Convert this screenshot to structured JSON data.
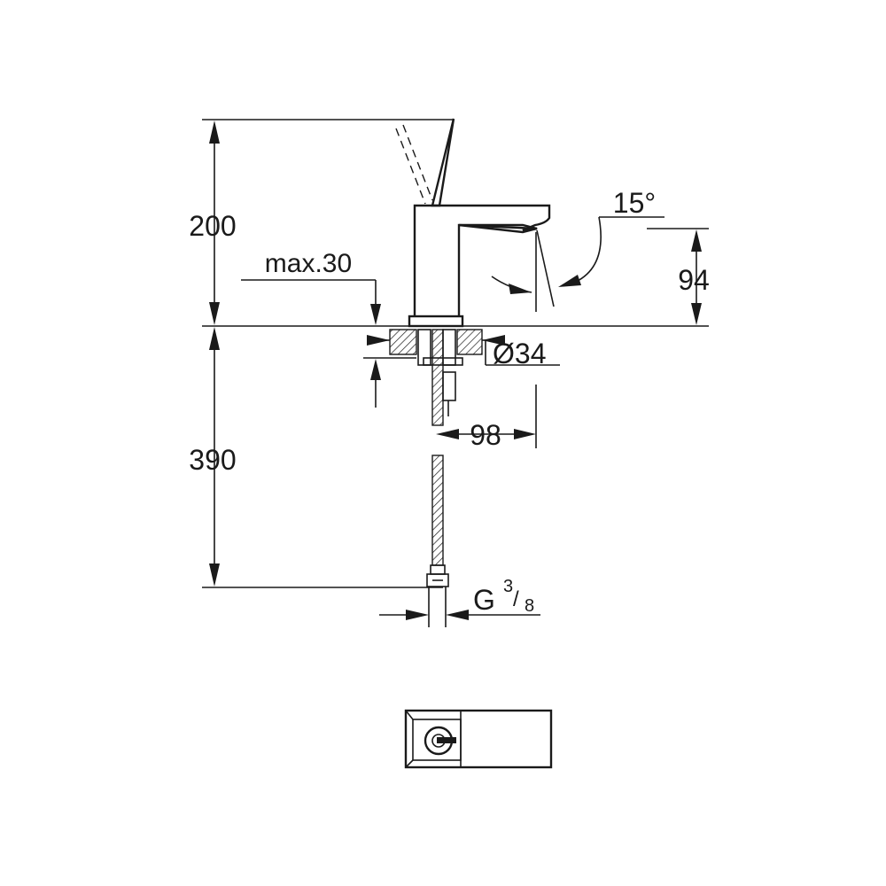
{
  "dimensions": {
    "height_above": "200",
    "height_below": "390",
    "max_thickness": "max.30",
    "hole_diameter": "Ø34",
    "reach": "98",
    "spout_height": "94",
    "swivel_angle": "15°",
    "thread_prefix": "G",
    "thread_numerator": "3",
    "thread_denominator": "8"
  },
  "colors": {
    "line": "#1a1a1a",
    "background": "#ffffff"
  }
}
